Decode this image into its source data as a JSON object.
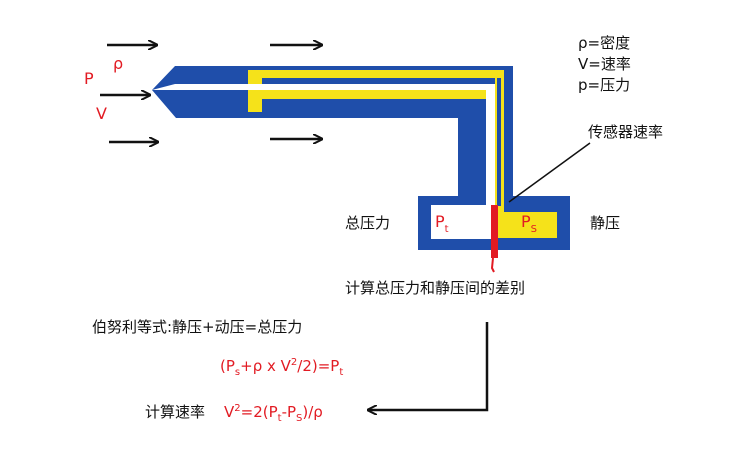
{
  "colors": {
    "blue": "#1f4eaa",
    "yellow": "#f5e21a",
    "red": "#e21b23",
    "ink": "#111111",
    "white": "#ffffff"
  },
  "flow_labels": {
    "p": "P",
    "rho": "ρ",
    "v": "V"
  },
  "legend": {
    "rho": "ρ=密度",
    "v": "V=速率",
    "p": "p=压力"
  },
  "sensor_label": "传感器速率",
  "total_pressure_label": "总压力",
  "static_pressure_label": "静压",
  "pt_main": "P",
  "pt_sub": "t",
  "ps_main": "P",
  "ps_sub": "S",
  "calc_difference": "计算总压力和静压间的差别",
  "bernoulli": "伯努利等式:静压+动压=总压力",
  "eq1": {
    "open": "(P",
    "s_sub": "s",
    "mid": "+ρ x V",
    "sup": "2",
    "tail": "/2)=P",
    "t_sub": "t"
  },
  "calc_speed": "计算速率",
  "eq2": {
    "v": "V",
    "sup": "2",
    "mid": "=2(P",
    "t_sub": "t",
    "dash": "-P",
    "s_sub": "S",
    "tail": ")/ρ"
  }
}
